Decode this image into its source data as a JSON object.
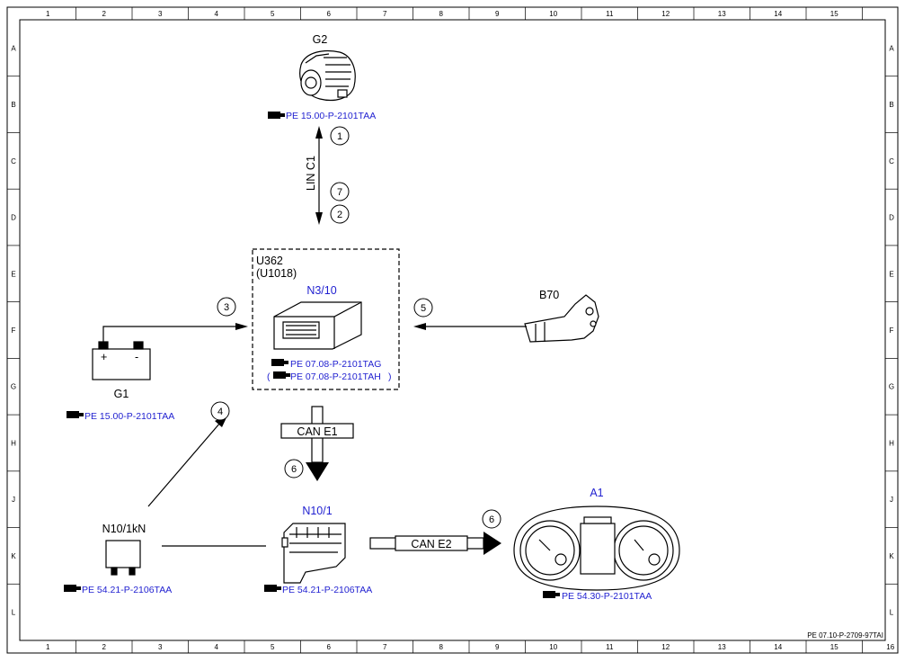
{
  "grid": {
    "columns": [
      "1",
      "2",
      "3",
      "4",
      "5",
      "6",
      "7",
      "8",
      "9",
      "10",
      "11",
      "12",
      "13",
      "14",
      "15",
      "16"
    ],
    "rows": [
      "A",
      "B",
      "C",
      "D",
      "E",
      "F",
      "G",
      "H",
      "J",
      "K",
      "L"
    ]
  },
  "components": {
    "g2": {
      "label": "G2",
      "ref": "PE 15.00-P-2101TAA"
    },
    "u362": {
      "label": "U362",
      "sublabel": "(U1018)"
    },
    "n3_10": {
      "label": "N3/10",
      "ref1": "PE 07.08-P-2101TAG",
      "ref2_open": "(",
      "ref2": "PE 07.08-P-2101TAH",
      "ref2_close": ")"
    },
    "b70": {
      "label": "B70"
    },
    "g1": {
      "label": "G1",
      "plus": "+",
      "minus": "-",
      "ref": "PE 15.00-P-2101TAA"
    },
    "n10_1kn": {
      "label": "N10/1kN",
      "ref": "PE 54.21-P-2106TAA"
    },
    "n10_1": {
      "label": "N10/1",
      "ref": "PE 54.21-P-2106TAA"
    },
    "a1": {
      "label": "A1",
      "ref": "PE 54.30-P-2101TAA"
    }
  },
  "buses": {
    "lin": "LIN C1",
    "can_e1": "CAN E1",
    "can_e2": "CAN E2"
  },
  "markers": {
    "m1": "1",
    "m2": "2",
    "m3": "3",
    "m4": "4",
    "m5": "5",
    "m6a": "6",
    "m6b": "6",
    "m7": "7"
  },
  "footer": {
    "doc_ref": "PE 07.10-P-2709-97TAI"
  },
  "colors": {
    "reference_blue": "#1f1fd0",
    "line": "#000000"
  }
}
